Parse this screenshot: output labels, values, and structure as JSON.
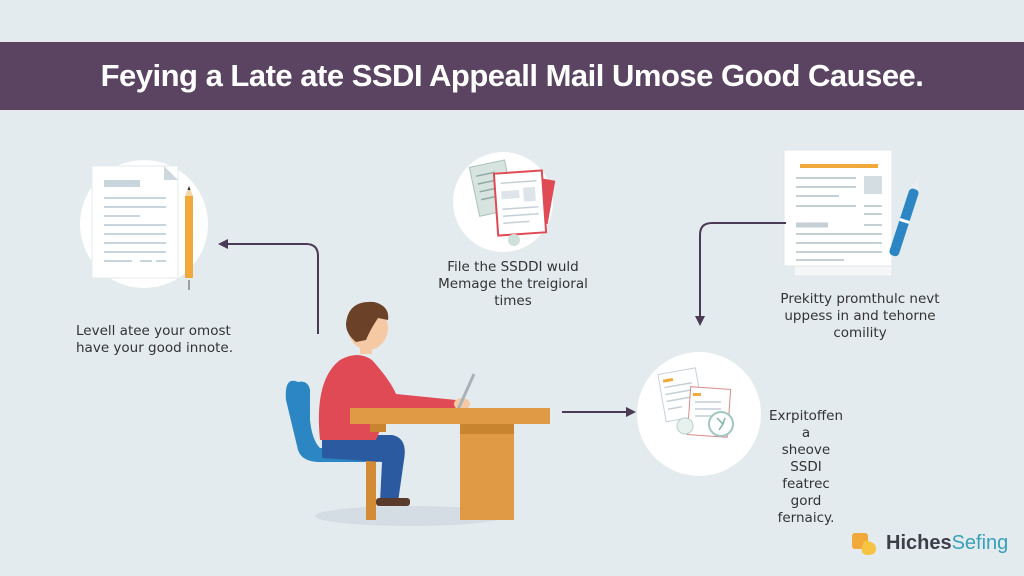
{
  "title": "Feying a Late ate SSDI Appeall Mail Umose Good Causee.",
  "steps": [
    {
      "id": "step-left",
      "icon": "document-pencil-icon",
      "caption_lines": [
        "Levell atee your omost",
        "have your good innote."
      ]
    },
    {
      "id": "step-top-center",
      "icon": "stacked-forms-icon",
      "caption_lines": [
        "File the SSDDI wuld",
        "Memage the treigioral",
        "times"
      ]
    },
    {
      "id": "step-top-right",
      "icon": "document-pen-icon",
      "caption_lines": [
        "Prekitty promthulc nevt",
        "uppess in and tehorne",
        "comility"
      ]
    },
    {
      "id": "step-bottom-right",
      "icon": "certified-forms-icon",
      "caption_lines": [
        "Exrpitoffen a",
        "sheove SSDI",
        "featrec gord",
        "fernaicy."
      ]
    }
  ],
  "illustration": {
    "subject": "person-at-desk-with-laptop"
  },
  "brand": {
    "name_bold": "Hiches",
    "name_light": "Sefing"
  },
  "colors": {
    "banner": "#5a4462",
    "background": "#e3ebee",
    "accent_orange": "#f2a93b",
    "accent_blue": "#2d86c4",
    "arrow": "#4a3a55",
    "shirt": "#e04a55"
  }
}
